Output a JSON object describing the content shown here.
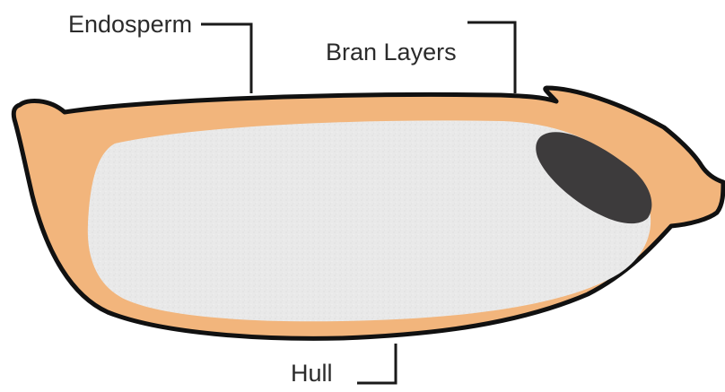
{
  "labels": {
    "endosperm": "Endosperm",
    "bran_layers": "Bran Layers",
    "hull": "Hull"
  },
  "colors": {
    "hull_fill": "#F2B57C",
    "outline": "#111111",
    "endosperm_fill": "#E8E8E8",
    "germ_fill": "#3D3B3C",
    "leader_line": "#1a1a1a",
    "text": "#2b2b2b"
  }
}
